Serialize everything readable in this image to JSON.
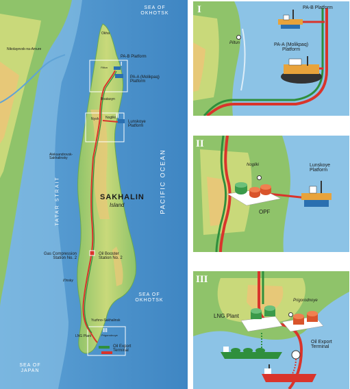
{
  "map": {
    "seas": {
      "okhotsk_north": "SEA OF\nOKHOTSK",
      "okhotsk_south": "SEA OF\nOKHOTSK",
      "japan": "SEA OF\nJAPAN",
      "tatar": "TATAR STRAIT",
      "pacific": "PACIFIC OCEAN"
    },
    "island": {
      "name": "SAKHALIN",
      "subtitle": "Island"
    },
    "places": {
      "okha": "Okha",
      "nikolayevsk": "Nikolayevsk-na-Amure",
      "piltun": "Piltun",
      "boatasyn": "Boatasyn",
      "nogliki": "Nogliki",
      "nysh": "Nysh",
      "aleksandrovsk": "Aleksandrovsk-\nSakhalinsky",
      "ilinsky": "Il'insky",
      "yuzhno": "Yuzhno-Sakhalinsk",
      "prigorodnoye": "Prigorodnoye"
    },
    "facilities": {
      "pa_b": "PA-B Platform",
      "pa_a": "PA-A (Molikpaq)\nPlatform",
      "lunskoye": "Lunskoye\nPlatform",
      "gas_station": "Gas Compression\nStation No. 2",
      "oil_station": "Oil Booster\nStation No. 2",
      "lng_plant": "LNG Plant",
      "oil_export": "Oil Export\nTerminal"
    },
    "markers": {
      "m1": "I",
      "m2": "II",
      "m3": "III"
    }
  },
  "insets": [
    {
      "numeral": "I",
      "labels": {
        "piltun": "Piltun",
        "pa_b": "PA-B Platform",
        "pa_a": "PA-A (Molikpaq)\nPlatform"
      }
    },
    {
      "numeral": "II",
      "labels": {
        "nogliki": "Nogliki",
        "lunskoye": "Lunskoye\nPlatform",
        "opf": "OPF"
      }
    },
    {
      "numeral": "III",
      "labels": {
        "prigorodnoye": "Prigorodnoye",
        "lng_plant": "LNG Plant",
        "oil_export": "Oil Export\nTerminal"
      }
    }
  ],
  "colors": {
    "sea_deep": "#3f86c3",
    "sea_shallow": "#8cc3e6",
    "land_low": "#8fc36a",
    "land_mid": "#c9d97a",
    "land_high": "#e7c878",
    "oil_pipeline": "#d9342b",
    "gas_pipeline": "#2f8f3c",
    "platform": "#2a6fb0"
  }
}
